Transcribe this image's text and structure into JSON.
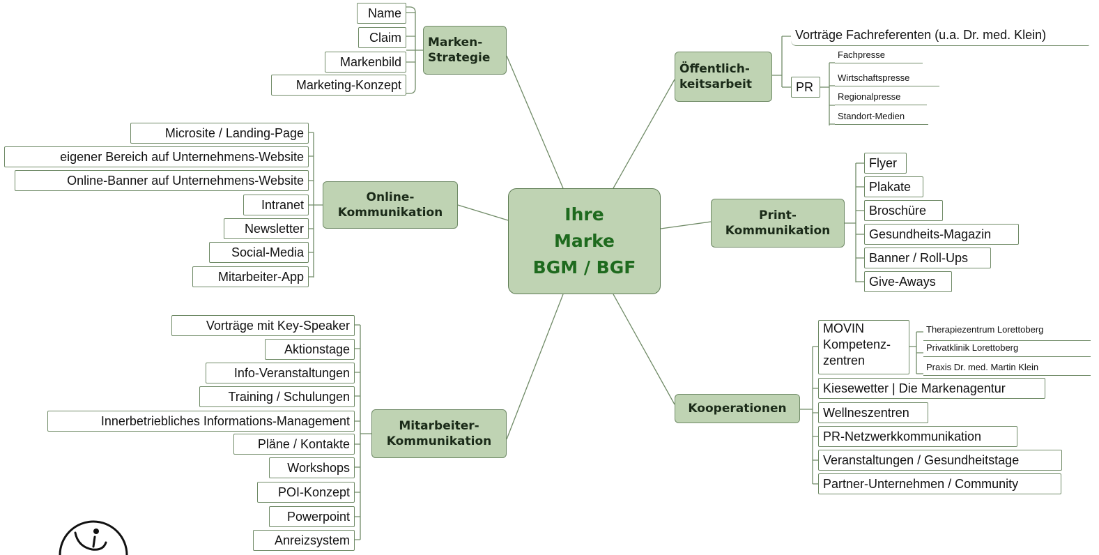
{
  "center": {
    "line1": "Ihre",
    "line2": "Marke",
    "line3": "BGM / BGF"
  },
  "topics": {
    "marken": {
      "line1": "Marken-",
      "line2": "Strategie"
    },
    "online": {
      "line1": "Online-",
      "line2": "Kommunikation"
    },
    "mitarbeiter": {
      "line1": "Mitarbeiter-",
      "line2": "Kommunikation"
    },
    "oeffentlich": {
      "line1": "Öffentlich-",
      "line2": "keitsarbeit"
    },
    "print": {
      "line1": "Print-",
      "line2": "Kommunikation"
    },
    "kooperationen": {
      "line1": "Kooperationen"
    }
  },
  "marken_items": [
    "Name",
    "Claim",
    "Markenbild",
    "Marketing-Konzept"
  ],
  "online_items": [
    "Microsite / Landing-Page",
    "eigener Bereich auf Unternehmens-Website",
    "Online-Banner auf Unternehmens-Website",
    "Intranet",
    "Newsletter",
    "Social-Media",
    "Mitarbeiter-App"
  ],
  "mitarbeiter_items": [
    "Vorträge mit Key-Speaker",
    "Aktionstage",
    "Info-Veranstaltungen",
    "Training / Schulungen",
    "Innerbetriebliches Informations-Management",
    "Pläne / Kontakte",
    "Workshops",
    "POI-Konzept",
    "Powerpoint",
    "Anreizsystem"
  ],
  "oeffentlich_items": {
    "vortraege": "Vorträge Fachreferenten (u.a. Dr. med. Klein)",
    "pr": "PR"
  },
  "pr_items": [
    "Fachpresse",
    "Wirtschaftspresse",
    "Regionalpresse",
    "Standort-Medien"
  ],
  "print_items": [
    "Flyer",
    "Plakate",
    "Broschüre",
    "Gesundheits-Magazin",
    "Banner / Roll-Ups",
    "Give-Aways"
  ],
  "koop_items": {
    "movin": {
      "line1": "MOVIN",
      "line2": "Kompetenz-",
      "line3": "zentren"
    },
    "others": [
      "Kiesewetter | Die Markenagentur",
      "Wellneszentren",
      "PR-Netzwerkkommunikation",
      "Veranstaltungen / Gesundheitstage",
      "Partner-Unternehmen / Community"
    ]
  },
  "movin_items": [
    "Therapiezentrum Lorettoberg",
    "Privatklinik Lorettoberg",
    "Praxis Dr. med. Martin Klein"
  ],
  "colors": {
    "node_fill": "#bfd3b3",
    "border": "#6f8a66",
    "center_text": "#1e6a1e",
    "connector": "#6f8a66"
  }
}
